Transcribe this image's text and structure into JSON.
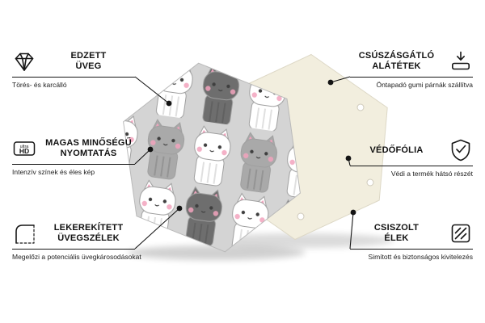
{
  "callouts": {
    "left": [
      {
        "title_lines": [
          "EDZETT",
          "ÜVEG"
        ],
        "subtitle": "Törés- és karcálló",
        "icon": "diamond"
      },
      {
        "title_lines": [
          "MAGAS MINŐSÉGŰ",
          "NYOMTATÁS"
        ],
        "subtitle": "Intenzív színek és éles kép",
        "icon": "ultra-hd"
      },
      {
        "title_lines": [
          "LEKEREKÍTETT",
          "ÜVEGSZÉLEK"
        ],
        "subtitle": "Megelőzi a potenciális üvegkárosodásokat",
        "icon": "rounded-corner"
      }
    ],
    "right": [
      {
        "title_lines": [
          "CSÚSZÁSGÁTLÓ",
          "ALÁTÉTEK"
        ],
        "subtitle": "Öntapadó gumi párnák szállítva",
        "icon": "anti-slip-pad"
      },
      {
        "title_lines": [
          "VÉDŐFÓLIA"
        ],
        "subtitle": "Védi a termék hátsó részét",
        "icon": "shield-check"
      },
      {
        "title_lines": [
          "CSISZOLT",
          "ÉLEK"
        ],
        "subtitle": "Simított és biztonságos kivitelezés",
        "icon": "polished-edges"
      }
    ]
  },
  "icons": {
    "ultra_hd": {
      "line1": "ultra",
      "line2": "HD"
    }
  },
  "product": {
    "front": "hexagonal glass board with cartoon cats pattern",
    "back": "hexagonal back panel with self-adhesive anti-slip pads"
  },
  "colors": {
    "line": "#141414",
    "back_panel": "#f2eede",
    "pattern_bg": "#d4d4d4",
    "cat_white": "#ffffff",
    "cat_gray": "#a9a9a9",
    "cat_dark": "#6e6e6e",
    "cheek_pink": "#f2a3bd"
  }
}
